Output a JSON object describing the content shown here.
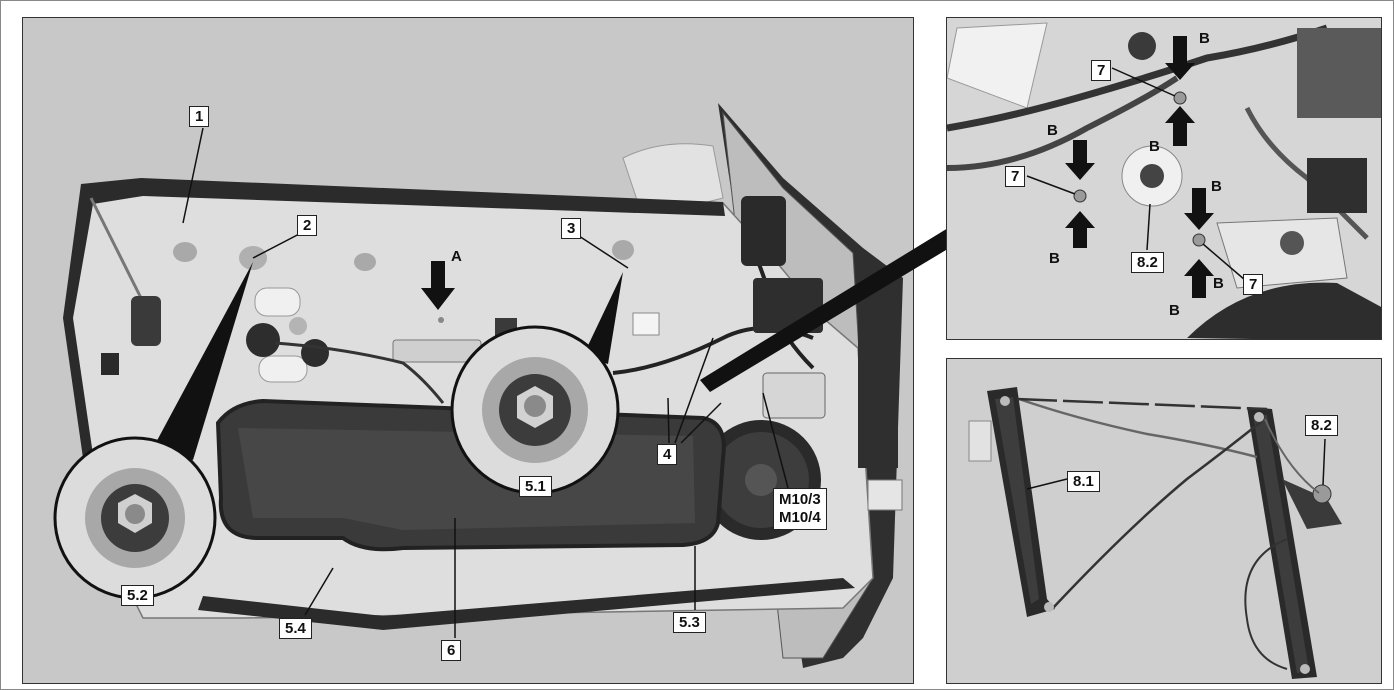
{
  "main_view": {
    "callouts": {
      "c1": "1",
      "c2": "2",
      "c3": "3",
      "cA": "A",
      "c4": "4",
      "c51": "5.1",
      "c52": "5.2",
      "c53": "5.3",
      "c54": "5.4",
      "c6": "6",
      "m103": "M10/3",
      "m104": "M10/4"
    }
  },
  "detail_a": {
    "callouts": {
      "b1": "B",
      "b2": "B",
      "b3": "B",
      "b4": "B",
      "b5": "B",
      "b6": "B",
      "b7": "B",
      "s1": "7",
      "s2": "7",
      "s3": "7",
      "p82": "8.2"
    }
  },
  "detail_regulator": {
    "callouts": {
      "r81": "8.1",
      "r82": "8.2"
    }
  },
  "colors": {
    "panel_bg": "#c9c9c9",
    "door_metal": "#dcdcdc",
    "seal_dark": "#2b2b2b",
    "label_bg": "#ffffff",
    "arrow": "#111111"
  }
}
